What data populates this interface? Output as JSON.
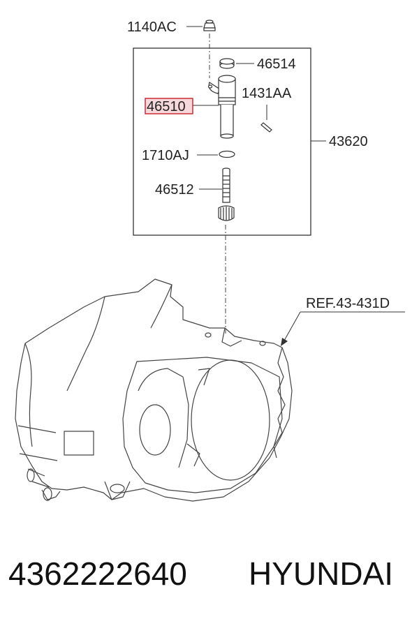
{
  "labels": {
    "bolt": "1140AC",
    "cap": "46514",
    "highlighted_part": "46510",
    "pin": "1431AA",
    "assembly": "43620",
    "oring": "1710AJ",
    "driven_gear": "46512",
    "reference": "REF.43-431D"
  },
  "highlight_color": "#cc2b36",
  "highlight_fill": "#f8d9db",
  "footer": {
    "part_number": "4362222640",
    "brand": "HYUNDAI"
  }
}
